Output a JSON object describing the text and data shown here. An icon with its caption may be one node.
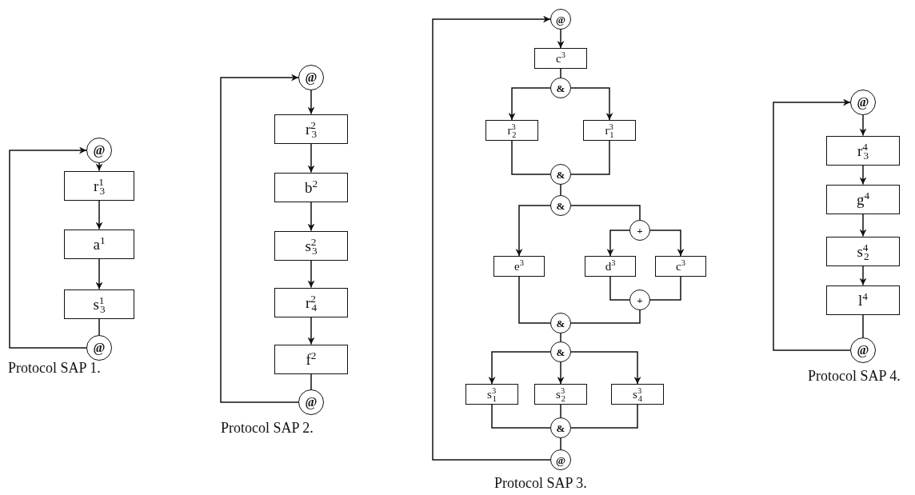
{
  "diagram": {
    "nodes": [
      {
        "text": [
          "@"
        ]
      },
      {
        "text": [
          "r$^{1}$$_{3}$"
        ]
      },
      {
        "text": [
          "a$^{1}$"
        ]
      },
      {
        "text": [
          "s$^{1}$$_{3}$"
        ]
      },
      {
        "text": [
          "@"
        ]
      },
      {
        "text": [
          "@"
        ]
      },
      {
        "text": [
          "r$^{2}$$_{3}$"
        ]
      },
      {
        "text": [
          "b$^{2}$"
        ]
      },
      {
        "text": [
          "s$^{2}$$_{3}$"
        ]
      },
      {
        "text": [
          "r$^{2}$$_{4}$"
        ]
      },
      {
        "text": [
          "f$^{2}$"
        ]
      },
      {
        "text": [
          "@"
        ]
      },
      {
        "text": [
          "@"
        ]
      },
      {
        "text": [
          "c$^{3}$"
        ]
      },
      {
        "text": [
          "&"
        ]
      },
      {
        "text": [
          "r$^{3}$$_{2}$"
        ]
      },
      {
        "text": [
          "r$^{3}$$_{1}$"
        ]
      },
      {
        "text": [
          "&"
        ]
      },
      {
        "text": [
          "&"
        ]
      },
      {
        "text": [
          "e$^{3}$"
        ]
      },
      {
        "text": [
          "+"
        ]
      },
      {
        "text": [
          "d$^{3}$"
        ]
      },
      {
        "text": [
          "c$^{3}$"
        ]
      },
      {
        "text": [
          "+"
        ]
      },
      {
        "text": [
          "&"
        ]
      },
      {
        "text": [
          "&"
        ]
      },
      {
        "text": [
          "s$^{3}$$_{1}$"
        ]
      },
      {
        "text": [
          "s$^{3}$$_{2}$"
        ]
      },
      {
        "text": [
          "s$^{3}$$_{4}$"
        ]
      },
      {
        "text": [
          "&"
        ]
      },
      {
        "text": [
          "@"
        ]
      },
      {
        "text": [
          "@"
        ]
      },
      {
        "text": [
          "r$^{4}$$_{3}$"
        ]
      },
      {
        "text": [
          "g$^{4}$"
        ]
      },
      {
        "text": [
          "s$^{4}$$_{2}$"
        ]
      },
      {
        "text": [
          "l$^{4}$"
        ]
      },
      {
        "text": [
          "@"
        ]
      }
    ],
    "edges": [
      {
        "from": 0,
        "to": 1,
        "arrow": "to"
      },
      {
        "from": 1,
        "to": 2,
        "arrow": "to"
      },
      {
        "from": 2,
        "to": 3,
        "arrow": "to"
      },
      {
        "from": 3,
        "to": 4,
        "arrow": "none"
      },
      {
        "from": 4,
        "to": 0,
        "arrow": "to"
      },
      {
        "from": 5,
        "to": 6,
        "arrow": "to"
      },
      {
        "from": 6,
        "to": 7,
        "arrow": "to"
      },
      {
        "from": 7,
        "to": 8,
        "arrow": "to"
      },
      {
        "from": 8,
        "to": 9,
        "arrow": "to"
      },
      {
        "from": 9,
        "to": 10,
        "arrow": "to"
      },
      {
        "from": 10,
        "to": 11,
        "arrow": "none"
      },
      {
        "from": 11,
        "to": 5,
        "arrow": "to"
      },
      {
        "from": 12,
        "to": 13,
        "arrow": "to"
      },
      {
        "from": 13,
        "to": 14,
        "arrow": "none"
      },
      {
        "from": 14,
        "to": 15,
        "arrow": "to"
      },
      {
        "from": 14,
        "to": 16,
        "arrow": "to"
      },
      {
        "from": 15,
        "to": 17,
        "arrow": "none"
      },
      {
        "from": 16,
        "to": 17,
        "arrow": "none"
      },
      {
        "from": 17,
        "to": 18,
        "arrow": "none"
      },
      {
        "from": 18,
        "to": 19,
        "arrow": "to"
      },
      {
        "from": 18,
        "to": 20,
        "arrow": "none"
      },
      {
        "from": 20,
        "to": 21,
        "arrow": "to"
      },
      {
        "from": 20,
        "to": 22,
        "arrow": "to"
      },
      {
        "from": 21,
        "to": 23,
        "arrow": "none"
      },
      {
        "from": 22,
        "to": 23,
        "arrow": "none"
      },
      {
        "from": 19,
        "to": 24,
        "arrow": "none"
      },
      {
        "from": 23,
        "to": 24,
        "arrow": "none"
      },
      {
        "from": 24,
        "to": 25,
        "arrow": "none"
      },
      {
        "from": 25,
        "to": 26,
        "arrow": "to"
      },
      {
        "from": 25,
        "to": 27,
        "arrow": "to"
      },
      {
        "from": 25,
        "to": 28,
        "arrow": "to"
      },
      {
        "from": 26,
        "to": 29,
        "arrow": "none"
      },
      {
        "from": 27,
        "to": 29,
        "arrow": "none"
      },
      {
        "from": 28,
        "to": 29,
        "arrow": "none"
      },
      {
        "from": 29,
        "to": 30,
        "arrow": "none"
      },
      {
        "from": 30,
        "to": 12,
        "arrow": "to"
      },
      {
        "from": 31,
        "to": 32,
        "arrow": "to"
      },
      {
        "from": 32,
        "to": 33,
        "arrow": "to"
      },
      {
        "from": 33,
        "to": 34,
        "arrow": "to"
      },
      {
        "from": 34,
        "to": 35,
        "arrow": "to"
      },
      {
        "from": 35,
        "to": 36,
        "arrow": "none"
      },
      {
        "from": 36,
        "to": 31,
        "arrow": "to"
      }
    ],
    "labels": [
      "Protocol SAP 1.",
      "Protocol SAP 2.",
      "Protocol SAP 3.",
      "Protocol SAP 4."
    ]
  }
}
